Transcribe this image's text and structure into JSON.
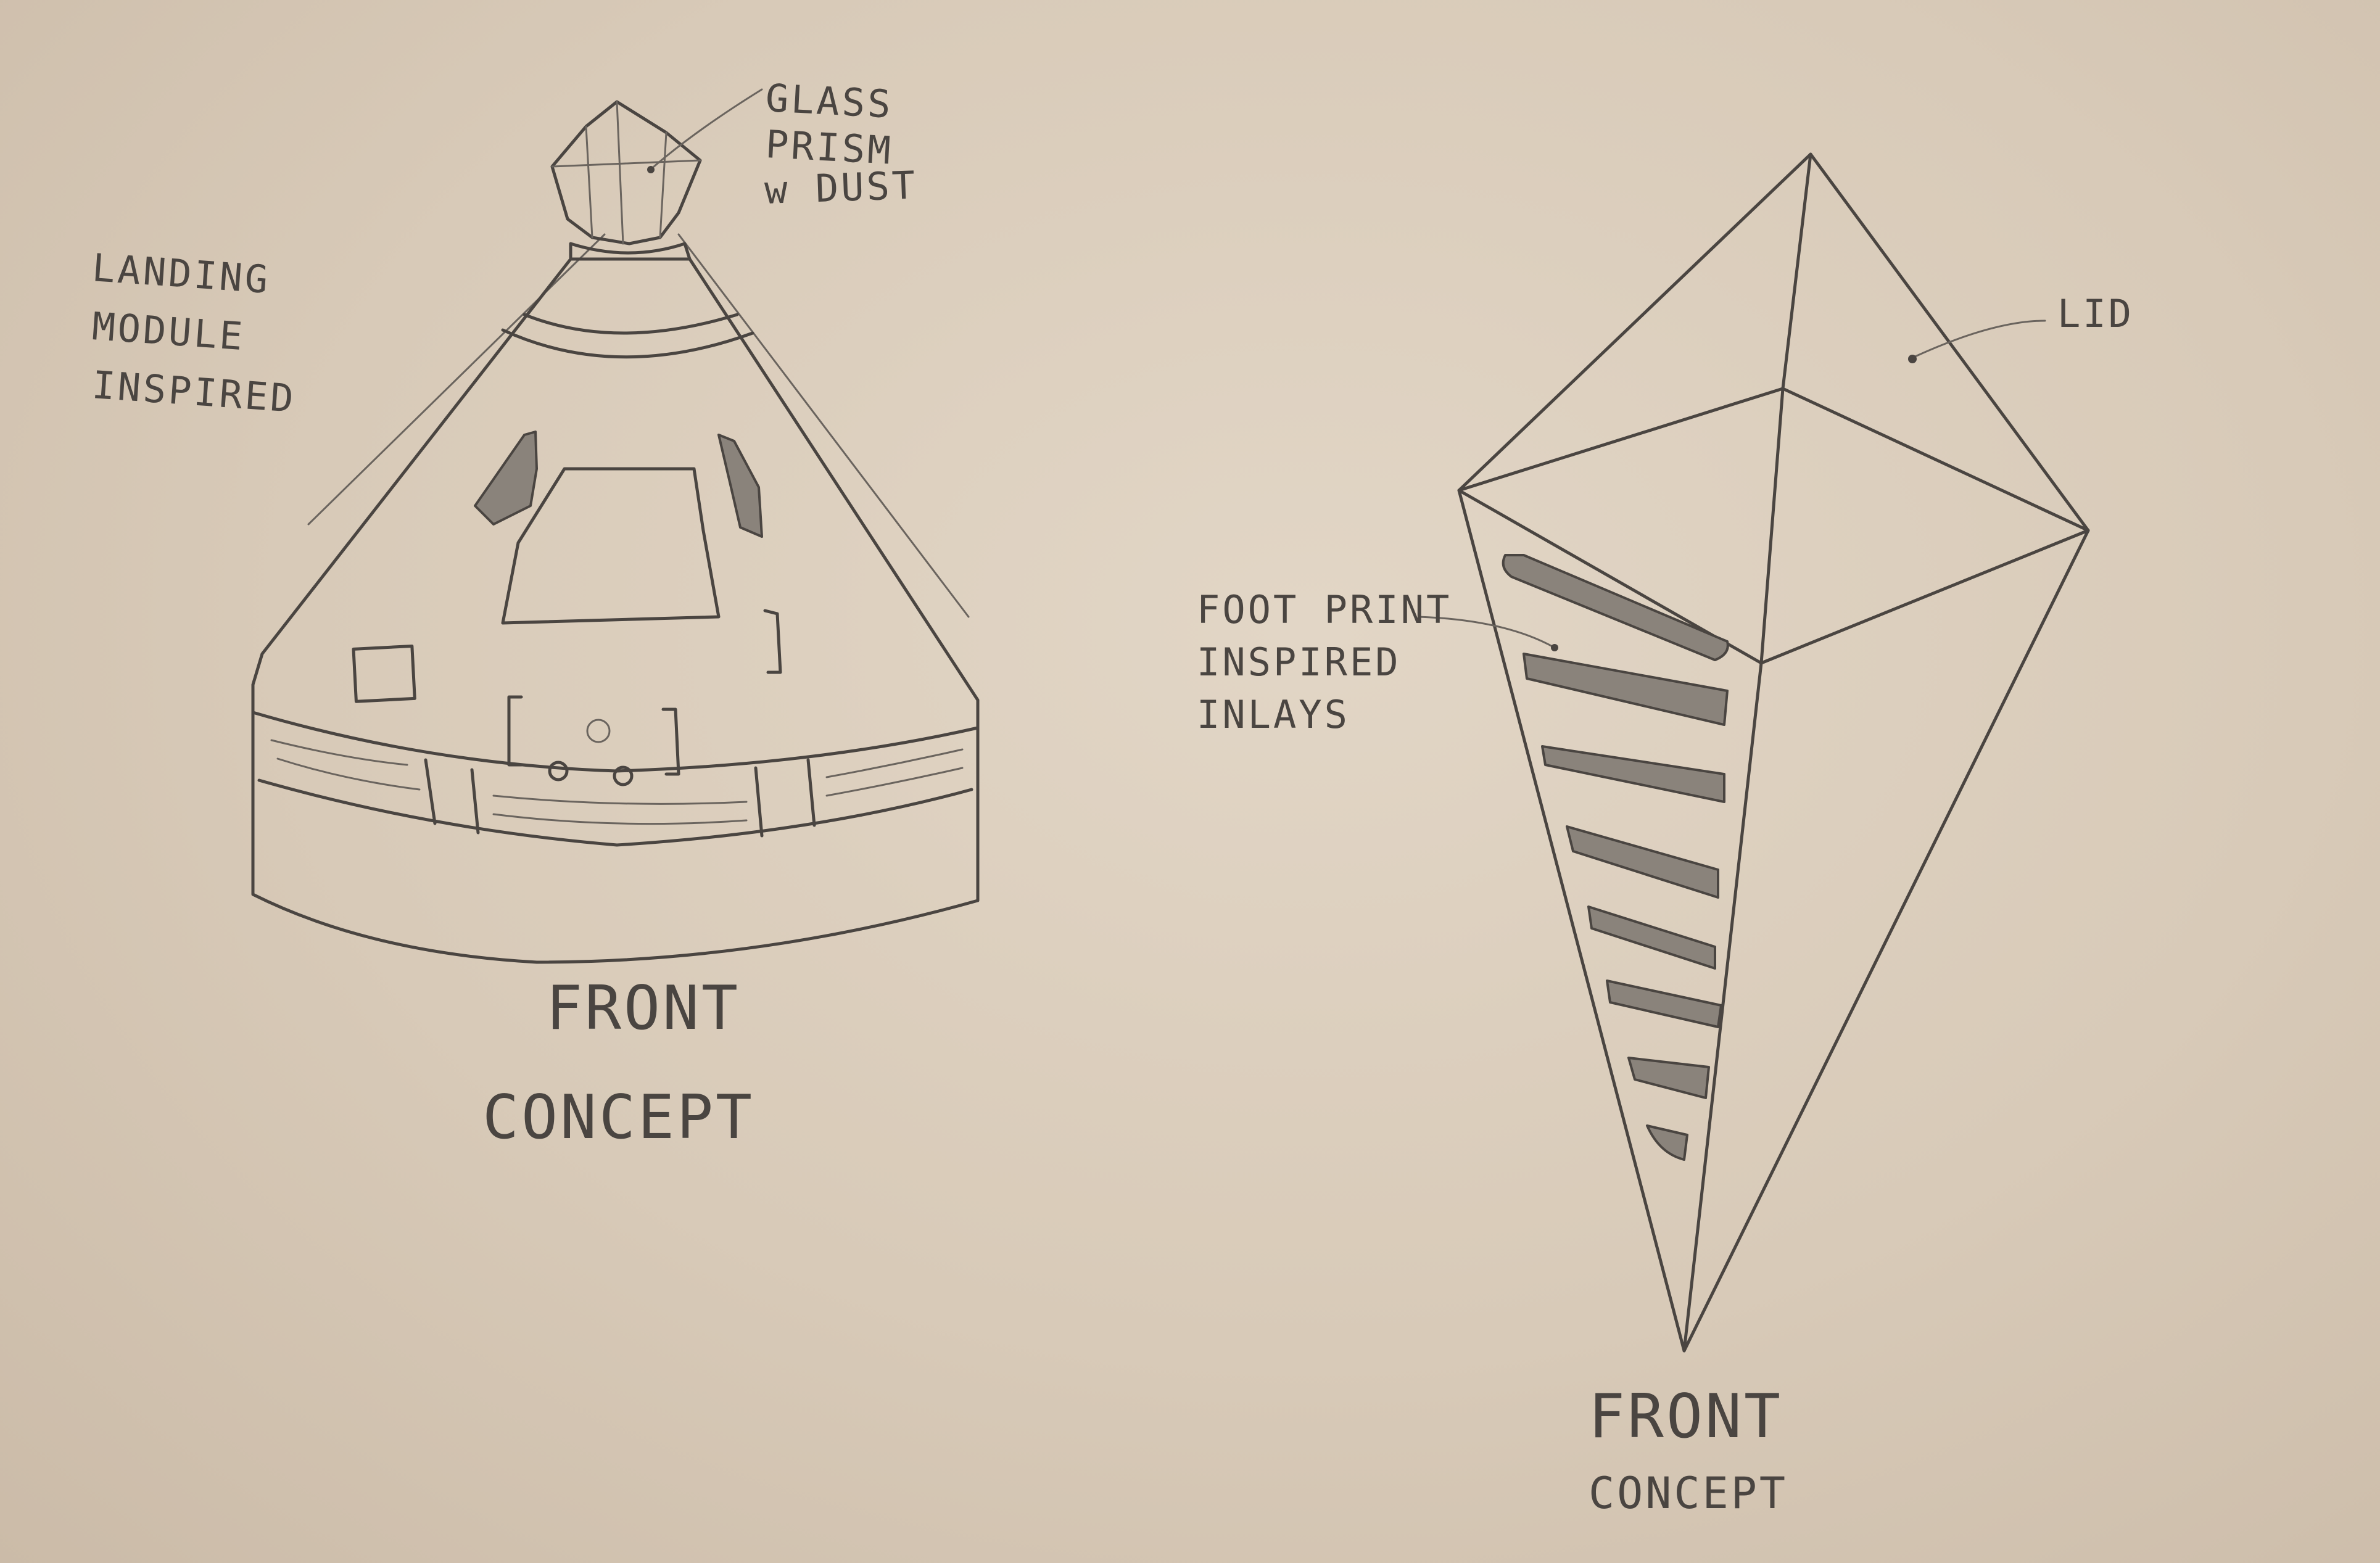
{
  "left_concept": {
    "side_note": [
      "LANDING",
      "MODULE",
      "INSPIRED"
    ],
    "top_note": [
      "GLASS",
      "PRISM",
      "w DUST"
    ],
    "view_label": "FRONT",
    "concept_label": "CONCEPT"
  },
  "right_concept": {
    "lid_note": "LID",
    "inlay_note": [
      "FOOT PRINT",
      "INSPIRED",
      "INLAYS"
    ],
    "view_label": "FRONT",
    "concept_label": "CONCEPT"
  },
  "colors": {
    "paper": "#d8cab8",
    "graphite": "#4a4541",
    "graphite_shading": "#8a837b"
  }
}
